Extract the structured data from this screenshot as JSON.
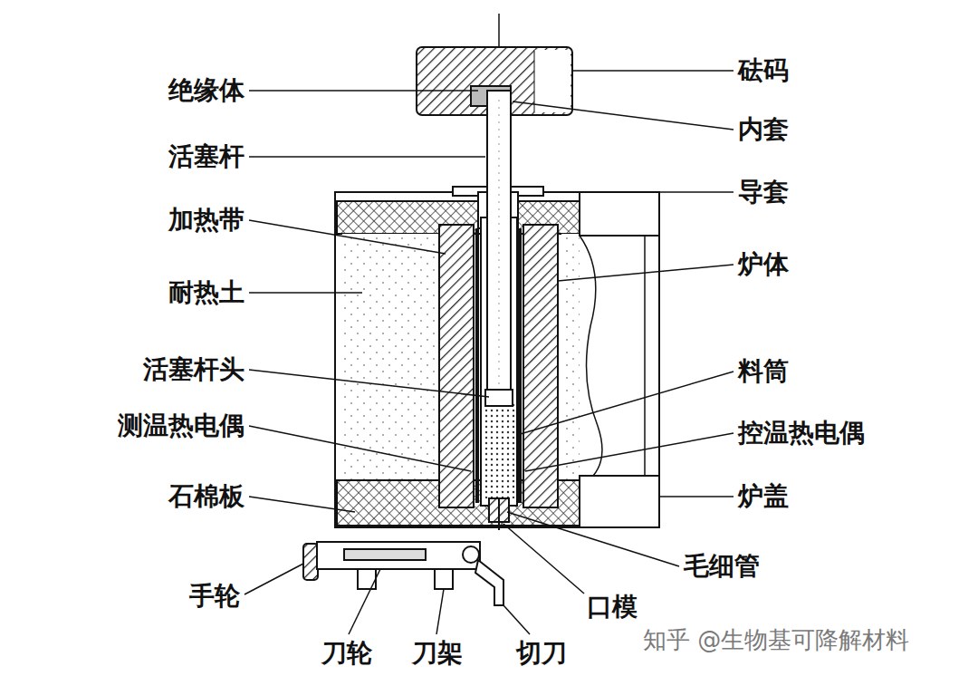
{
  "diagram": {
    "labels": [
      "砝码",
      "绝缘体",
      "内套",
      "活塞杆",
      "导套",
      "加热带",
      "炉体",
      "耐热土",
      "活塞杆头",
      "料筒",
      "测温热电偶",
      "控温热电偶",
      "石棉板",
      "炉盖",
      "毛细管",
      "手轮",
      "刀轮",
      "刀架",
      "切刀",
      "口模",
      "知乎 @生物基可降解材料"
    ]
  }
}
